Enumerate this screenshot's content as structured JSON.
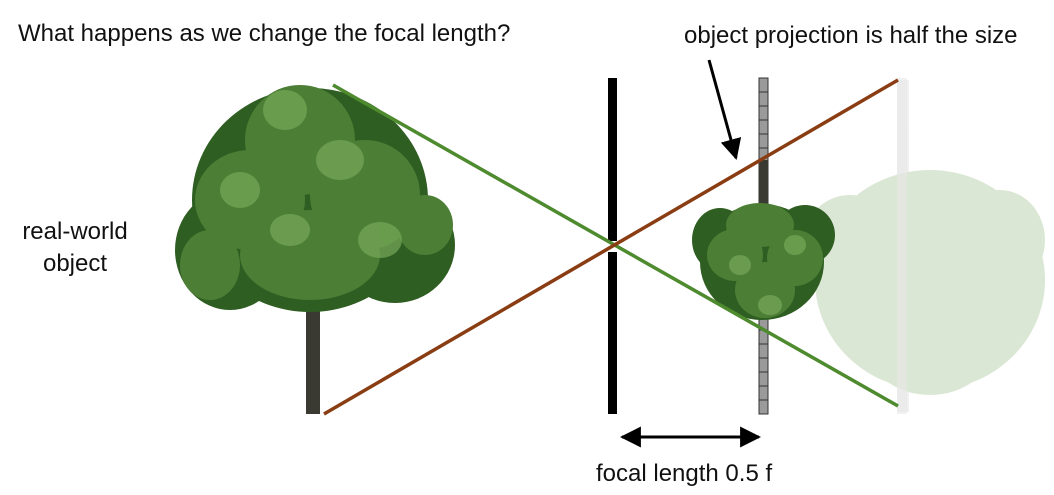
{
  "title": "What happens as we change the focal length?",
  "annotation": "object projection is half the size",
  "object_label": "real-world object",
  "focal_label": "focal length 0.5 f",
  "colors": {
    "green_ray": "#4e8a2e",
    "brown_ray": "#8a3d12",
    "barrier": "#000000",
    "sensor_fill": "#9a9a9a",
    "foliage_dark": "#2f5e22",
    "foliage": "#4c7f35",
    "foliage_light": "#78a85a",
    "trunk": "#3a3a32"
  },
  "icons": {
    "tree": "tree-icon",
    "projected_tree": "inverted-tree-icon",
    "faded_tree": "faded-inverted-tree-icon",
    "arrow": "down-arrow-icon",
    "double_arrow": "double-arrow-icon"
  }
}
